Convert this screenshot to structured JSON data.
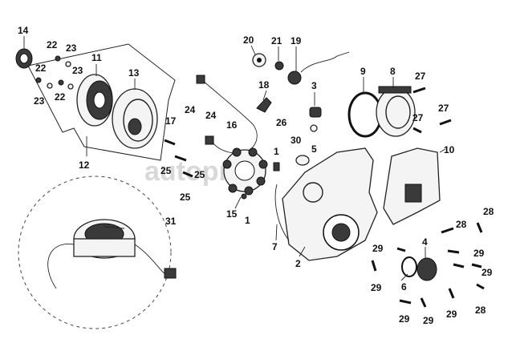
{
  "diagram": {
    "watermark": "autoprofi",
    "callouts": [
      {
        "id": "c14",
        "label": "14"
      },
      {
        "id": "c22a",
        "label": "22"
      },
      {
        "id": "c23a",
        "label": "23"
      },
      {
        "id": "c11",
        "label": "11"
      },
      {
        "id": "c22b",
        "label": "22"
      },
      {
        "id": "c23b",
        "label": "23"
      },
      {
        "id": "c13",
        "label": "13"
      },
      {
        "id": "c23c",
        "label": "23"
      },
      {
        "id": "c22c",
        "label": "22"
      },
      {
        "id": "c12",
        "label": "12"
      },
      {
        "id": "c20",
        "label": "20"
      },
      {
        "id": "c21",
        "label": "21"
      },
      {
        "id": "c19",
        "label": "19"
      },
      {
        "id": "c9",
        "label": "9"
      },
      {
        "id": "c8",
        "label": "8"
      },
      {
        "id": "c27a",
        "label": "27"
      },
      {
        "id": "c27b",
        "label": "27"
      },
      {
        "id": "c27c",
        "label": "27"
      },
      {
        "id": "c18",
        "label": "18"
      },
      {
        "id": "c3",
        "label": "3"
      },
      {
        "id": "c26",
        "label": "26"
      },
      {
        "id": "c5",
        "label": "5"
      },
      {
        "id": "c24a",
        "label": "24"
      },
      {
        "id": "c24b",
        "label": "24"
      },
      {
        "id": "c17",
        "label": "17"
      },
      {
        "id": "c16",
        "label": "16"
      },
      {
        "id": "c30",
        "label": "30"
      },
      {
        "id": "c1a",
        "label": "1"
      },
      {
        "id": "c10",
        "label": "10"
      },
      {
        "id": "c25a",
        "label": "25"
      },
      {
        "id": "c25b",
        "label": "25"
      },
      {
        "id": "c25c",
        "label": "25"
      },
      {
        "id": "c15",
        "label": "15"
      },
      {
        "id": "c1b",
        "label": "1"
      },
      {
        "id": "c31",
        "label": "31"
      },
      {
        "id": "c7",
        "label": "7"
      },
      {
        "id": "c2",
        "label": "2"
      },
      {
        "id": "c28a",
        "label": "28"
      },
      {
        "id": "c28b",
        "label": "28"
      },
      {
        "id": "c4",
        "label": "4"
      },
      {
        "id": "c29a",
        "label": "29"
      },
      {
        "id": "c29b",
        "label": "29"
      },
      {
        "id": "c29c",
        "label": "29"
      },
      {
        "id": "c29d",
        "label": "29"
      },
      {
        "id": "c29e",
        "label": "29"
      },
      {
        "id": "c29f",
        "label": "29"
      },
      {
        "id": "c29g",
        "label": "29"
      },
      {
        "id": "c6",
        "label": "6"
      },
      {
        "id": "c28c",
        "label": "28"
      }
    ]
  }
}
